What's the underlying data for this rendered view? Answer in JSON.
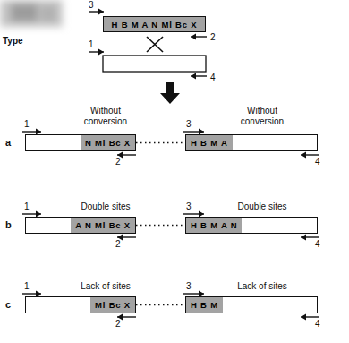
{
  "diagram": {
    "nodes": [
      {
        "text": [
          "H B M A N Ml Bc X"
        ]
      },
      {
        "text": [
          "N Ml Bc X"
        ]
      },
      {
        "text": [
          "H B M A"
        ]
      },
      {
        "text": [
          "A N Ml Bc X"
        ]
      },
      {
        "text": [
          "H B M A N"
        ]
      },
      {
        "text": [
          "Ml Bc X"
        ]
      },
      {
        "text": [
          "H B M"
        ]
      }
    ],
    "edges": [
      {
        "from": 1,
        "to": 2,
        "arrow": "none"
      },
      {
        "from": 3,
        "to": 4,
        "arrow": "none"
      },
      {
        "from": 5,
        "to": 6,
        "arrow": "none"
      }
    ],
    "labels": [
      "3",
      "2",
      "1",
      "4",
      "Type",
      "Without conversion",
      "Without conversion",
      "a",
      "1",
      "2",
      "3",
      "4",
      "Double sites",
      "Double sites",
      "b",
      "1",
      "2",
      "3",
      "4",
      "Lack of sites",
      "Lack of sites",
      "c",
      "1",
      "2",
      "3",
      "4"
    ]
  }
}
